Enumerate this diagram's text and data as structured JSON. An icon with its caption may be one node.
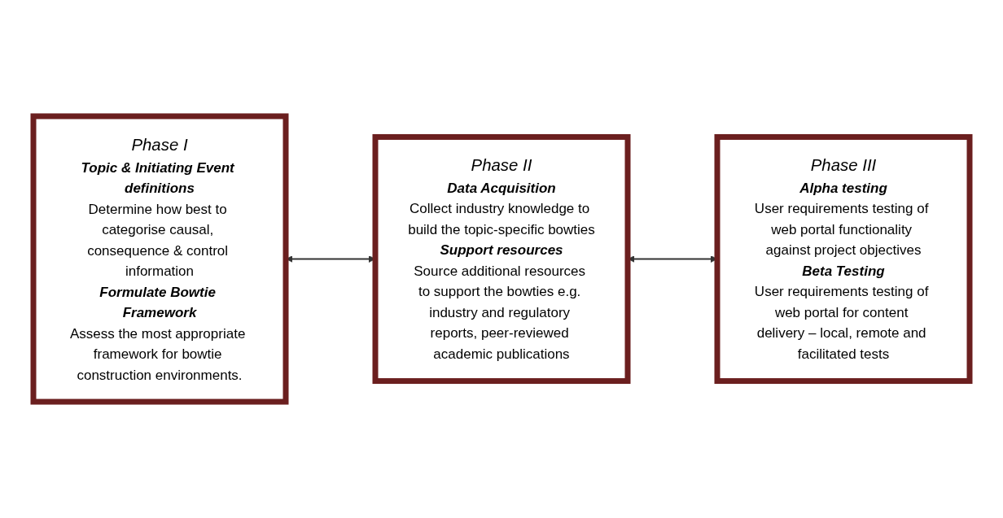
{
  "diagram": {
    "nodes": [
      {
        "text": [
          "Phase I",
          "Topic & Initiating Event definitions",
          "Determine how best to categorise causal, consequence & control information",
          "Formulate Bowtie Framework",
          "Assess the most appropriate framework for bowtie construction environments."
        ]
      },
      {
        "text": [
          "Phase II",
          "Data Acquisition",
          "Collect industry knowledge to build the topic-specific bowties",
          "Support resources",
          "Source additional resources to support the bowties e.g. industry and regulatory reports, peer-reviewed academic publications"
        ]
      },
      {
        "text": [
          "Phase III",
          "Alpha testing",
          "User requirements testing of web portal functionality against project objectives",
          "Beta Testing",
          "User requirements testing of web portal for content delivery – local, remote and facilitated tests"
        ]
      }
    ],
    "edges": [
      {
        "from": 0,
        "to": 1,
        "arrow": "both"
      },
      {
        "from": 1,
        "to": 2,
        "arrow": "both"
      }
    ]
  }
}
